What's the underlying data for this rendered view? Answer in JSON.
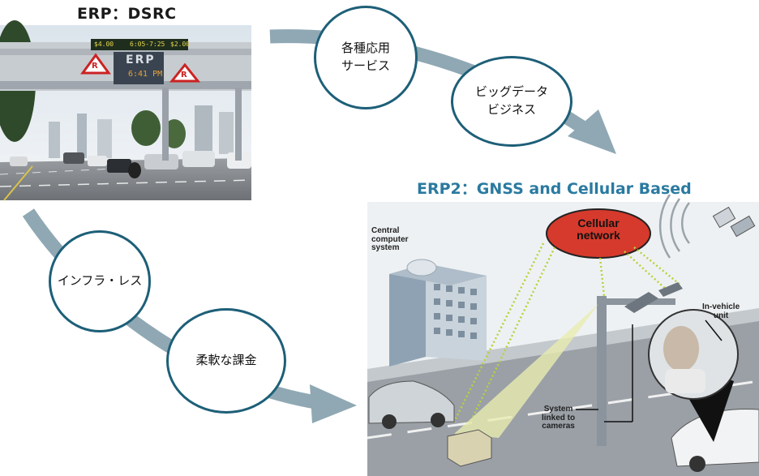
{
  "erp_title": "ERP：DSRC",
  "erp2_title": "ERP2：GNSS and Cellular Based",
  "upper_path": [
    "各種応用",
    "サービス",
    "ビッグデータ",
    "ビジネス"
  ],
  "lower_path": [
    "インフラ・レス",
    "柔軟な課金"
  ],
  "photo": {
    "sign_left": "$4.00",
    "sign_mid": "6:05-7:25",
    "sign_right": "$2.00",
    "sign_main": "ERP",
    "sign_time": "6:41 PM",
    "sign_icon": "R"
  },
  "illustration": {
    "cellular_network": [
      "Cellular",
      "network"
    ],
    "central_computer": [
      "Central",
      "computer",
      "system"
    ],
    "in_vehicle_unit": [
      "In-vehicle",
      "unit"
    ],
    "system_cameras": [
      "System",
      "linked to",
      "cameras"
    ]
  },
  "colors": {
    "arrow": "#8fa8b4",
    "circle_border": "#1d5f78",
    "erp2_title": "#2a7aa0",
    "cellular_fill": "#d63a2c"
  },
  "icons": [
    "arrow-upper-icon",
    "arrow-lower-icon",
    "satellite-icon",
    "signal-wave-icon"
  ]
}
